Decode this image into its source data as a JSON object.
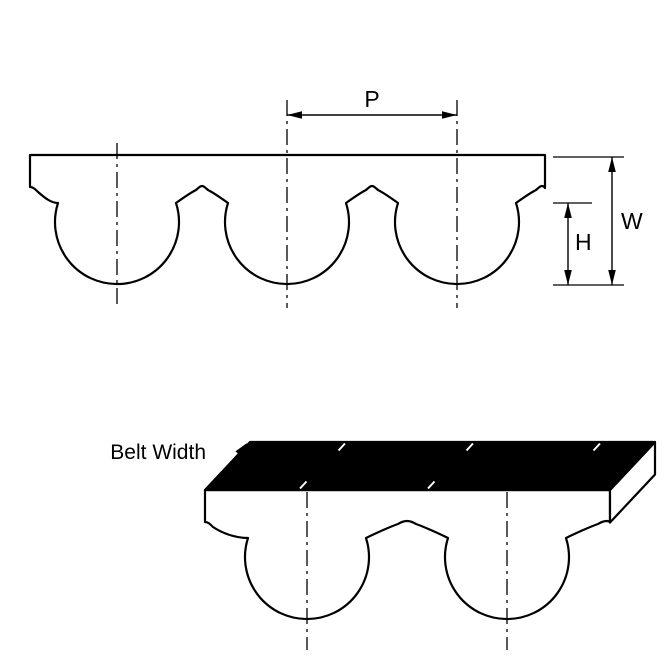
{
  "cross_section": {
    "pitch_label": "P",
    "belt_thickness_label": "W",
    "tooth_height_label": "H"
  },
  "isometric": {
    "belt_width_label": "Belt Width"
  },
  "colors": {
    "line": "#000000",
    "background": "#ffffff",
    "top_face_fill": "#000000",
    "belt_fill": "#ffffff"
  }
}
